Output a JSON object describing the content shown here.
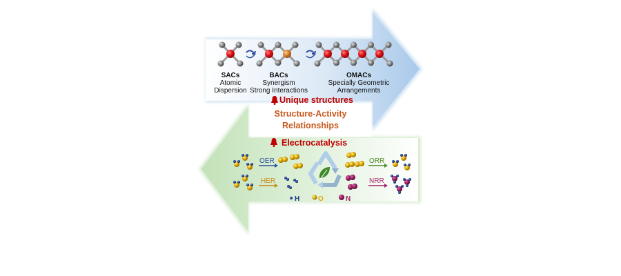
{
  "figure": {
    "top_arrow": {
      "stages": [
        {
          "name": "SACs",
          "lines": [
            "Atomic",
            "Dispersion"
          ]
        },
        {
          "name": "BACs",
          "lines": [
            "Synergism",
            "Strong Interactions"
          ]
        },
        {
          "name": "OMACs",
          "lines": [
            "Specially Geometric",
            "Arrangements"
          ]
        }
      ],
      "heading": "Unique structures"
    },
    "center": {
      "line1": "Structure-Activity",
      "line2": "Relationships"
    },
    "bottom_arrow": {
      "heading": "Electrocatalysis",
      "reactions": [
        {
          "label": "OER",
          "color": "#2e4f9e"
        },
        {
          "label": "HER",
          "color": "#c98a12"
        },
        {
          "label": "ORR",
          "color": "#4f8a2a"
        },
        {
          "label": "NRR",
          "color": "#a3246e"
        }
      ],
      "legend": [
        {
          "label": "H",
          "color": "#1f3c88"
        },
        {
          "label": "O",
          "color": "#e0a800"
        },
        {
          "label": "N",
          "color": "#9b1f63"
        }
      ]
    },
    "colors": {
      "heading_red": "#c00000",
      "center_orange": "#c8581c",
      "blue_arrow": "#b8d4ee",
      "green_arrow": "#cde6c4",
      "metal_red": "#e0141a",
      "metal_orange": "#d9822b",
      "ligand_gray": "#8a8a8a"
    }
  }
}
